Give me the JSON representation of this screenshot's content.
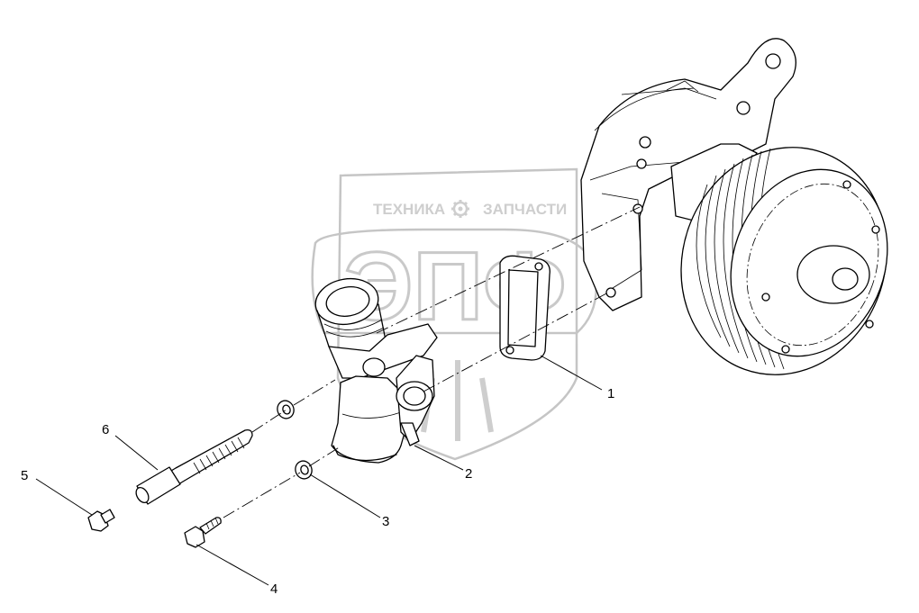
{
  "watermark": {
    "line1_left": "ТЕХНИКА",
    "line1_right": "ЗАПЧАСТИ",
    "logo": "ЭПФ",
    "gear_icon": "gear-icon"
  },
  "callouts": [
    {
      "id": "1",
      "label": "1"
    },
    {
      "id": "2",
      "label": "2"
    },
    {
      "id": "3",
      "label": "3"
    },
    {
      "id": "4",
      "label": "4"
    },
    {
      "id": "5",
      "label": "5"
    },
    {
      "id": "6",
      "label": "6"
    }
  ],
  "colors": {
    "ink": "#000000",
    "watermark": "#c0c0c0",
    "background": "#ffffff"
  }
}
